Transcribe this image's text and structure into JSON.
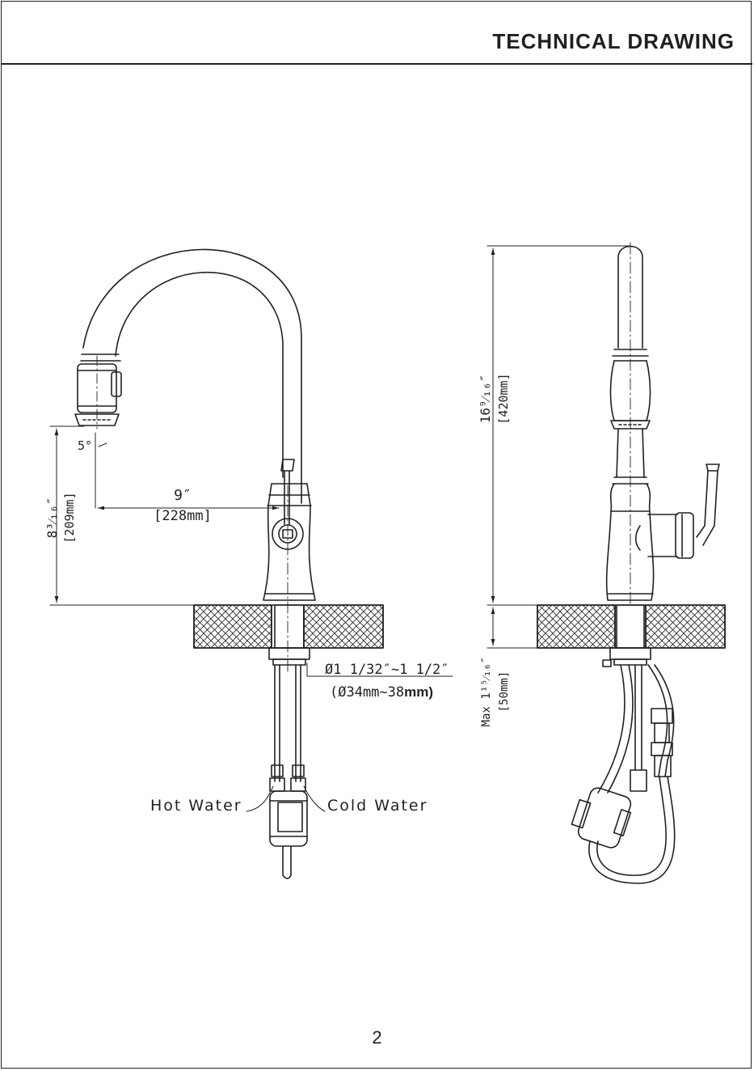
{
  "header": {
    "title": "TECHNICAL DRAWING"
  },
  "footer": {
    "page_number": "2"
  },
  "front_view": {
    "angle": "5°",
    "reach": {
      "imperial": "9″",
      "metric": "[228mm]"
    },
    "spout_clearance": {
      "imperial": "8³⁄₁₆″",
      "metric": "[209mm]"
    },
    "hole_diameter": {
      "imperial": "Ø1 1/32″~1 1/2″",
      "metric_value": "(Ø34mm~38",
      "metric_unit": "mm)"
    },
    "hot_label": "Hot Water",
    "cold_label": "Cold Water"
  },
  "side_view": {
    "height": {
      "imperial": "16⁹⁄₁₆″",
      "metric": "[420mm]"
    },
    "max_deck": {
      "imperial": "Max 1¹⁵⁄₁₆″",
      "metric": "[50mm]"
    }
  },
  "colors": {
    "ink": "#231f20",
    "paper": "#ffffff"
  }
}
